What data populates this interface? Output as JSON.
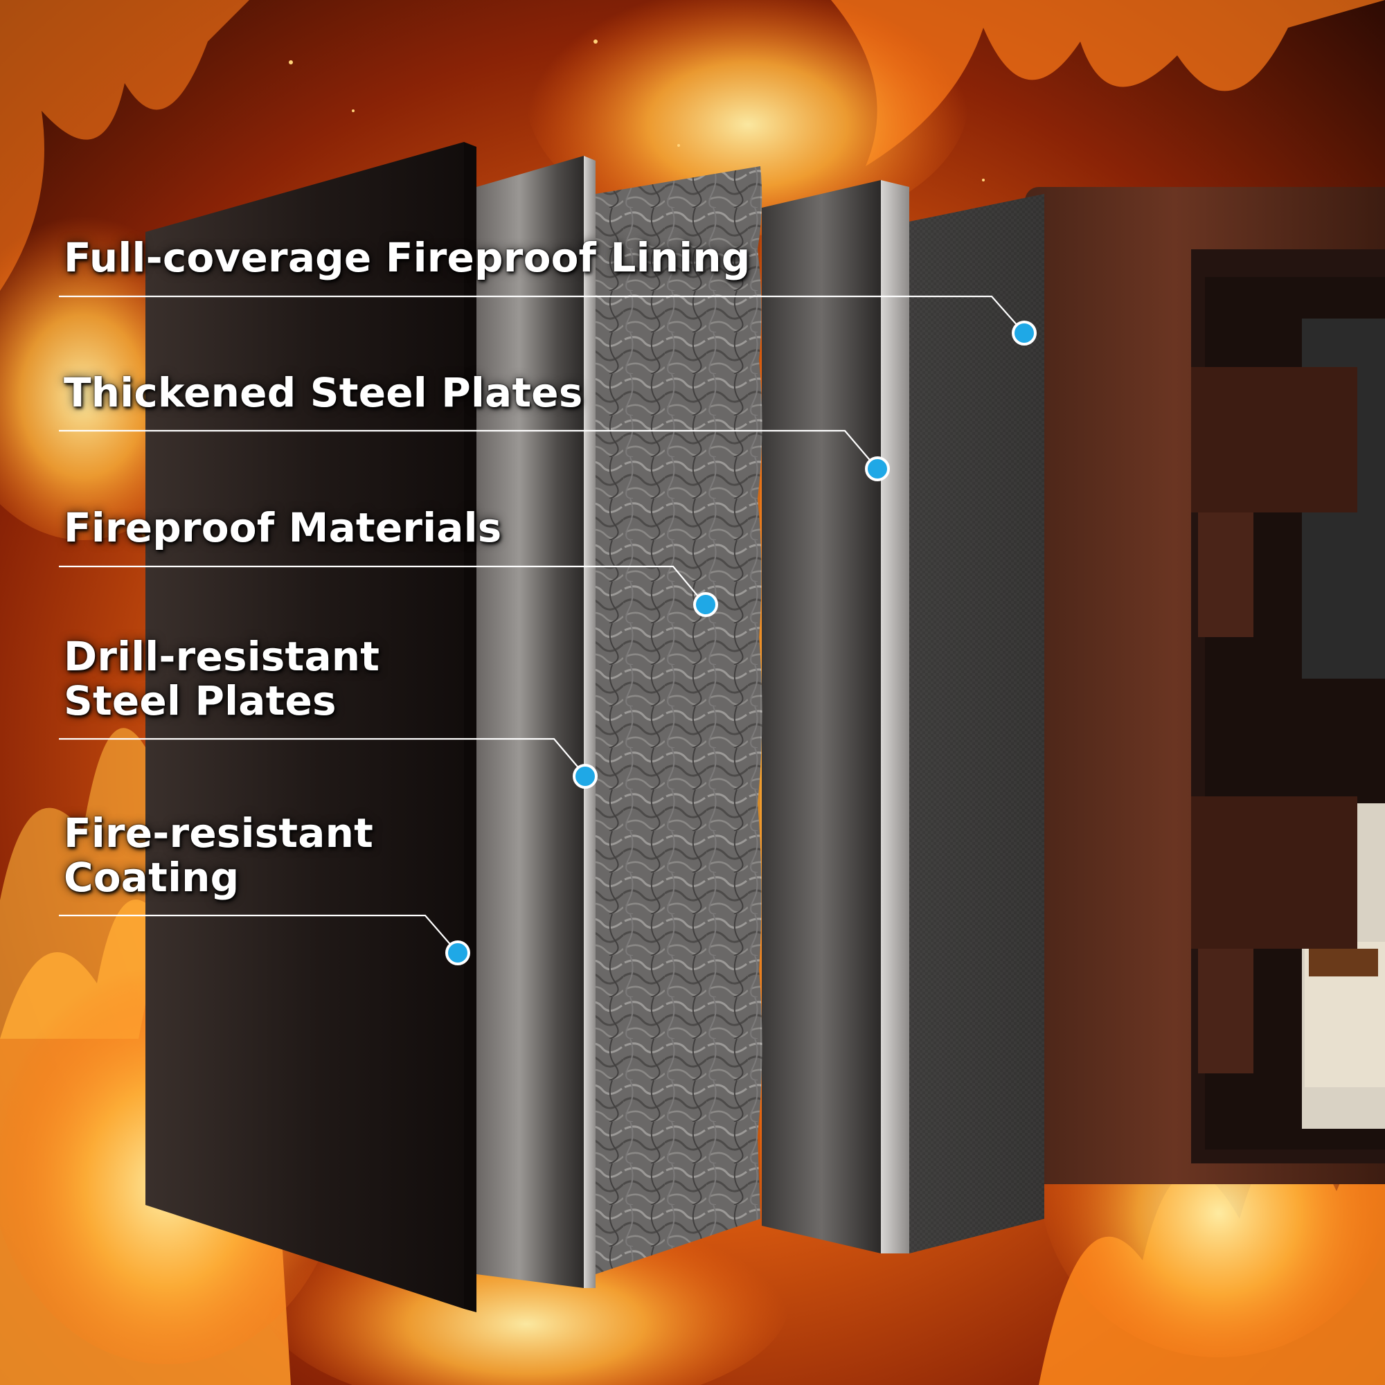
{
  "callouts": [
    {
      "lines": [
        "Full-coverage Fireproof Lining"
      ]
    },
    {
      "lines": [
        "Thickened Steel Plates"
      ]
    },
    {
      "lines": [
        "Fireproof Materials"
      ]
    },
    {
      "lines": [
        "Drill-resistant",
        "Steel Plates"
      ]
    },
    {
      "lines": [
        "Fire-resistant",
        "Coating"
      ]
    }
  ],
  "colors": {
    "dot": "#1fa8e6",
    "leader": "#ffffff",
    "flame_core": "#ffd35a",
    "flame_mid": "#ff8a1c",
    "flame_dark": "#7a1e04"
  },
  "icons": [
    "fire-background",
    "layer-dot-icon",
    "safe-hinge-icon"
  ]
}
